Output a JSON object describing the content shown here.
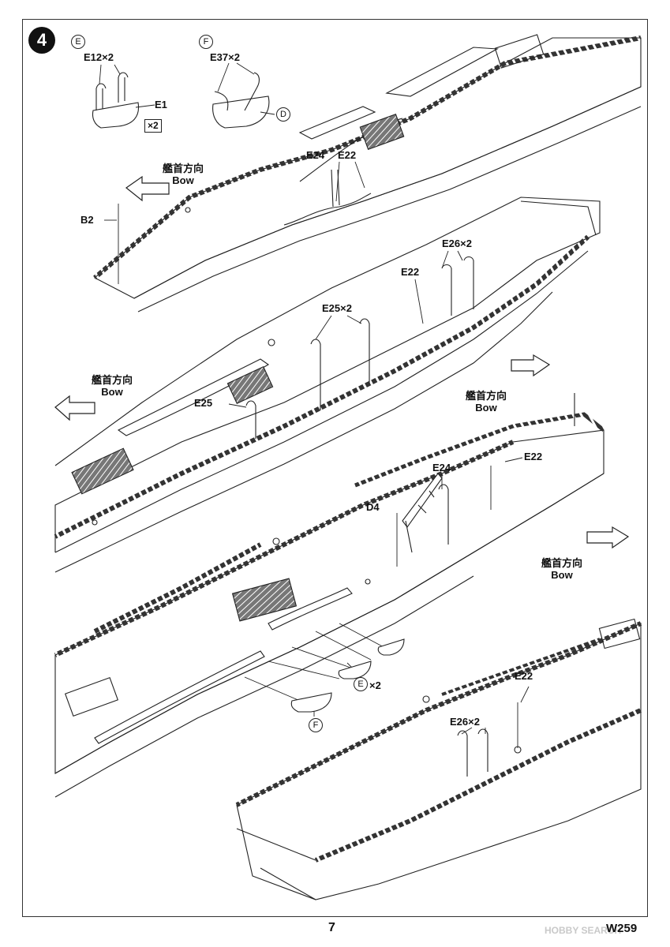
{
  "step": {
    "number": "4"
  },
  "labels": {
    "e12": "E12×2",
    "e1": "E1",
    "x2": "×2",
    "e37": "E37×2",
    "b2": "B2",
    "e24": "E24",
    "e22": "E22",
    "e26": "E26×2",
    "e25x2": "E25×2",
    "e25": "E25",
    "d4": "D4",
    "ex2": "×2"
  },
  "circled": {
    "e": "E",
    "f": "F",
    "d": "D"
  },
  "bow": {
    "jp": "艦首方向",
    "en": "Bow"
  },
  "footer": {
    "page": "7",
    "code": "W259",
    "watermark": "HOBBY SEARCH"
  },
  "colors": {
    "line": "#222222",
    "stripe": "#333333",
    "paper": "#ffffff"
  },
  "icons": [
    "step-badge-icon",
    "bow-arrow-icon",
    "lifeboat-icon",
    "davit-icon",
    "crane-icon"
  ]
}
